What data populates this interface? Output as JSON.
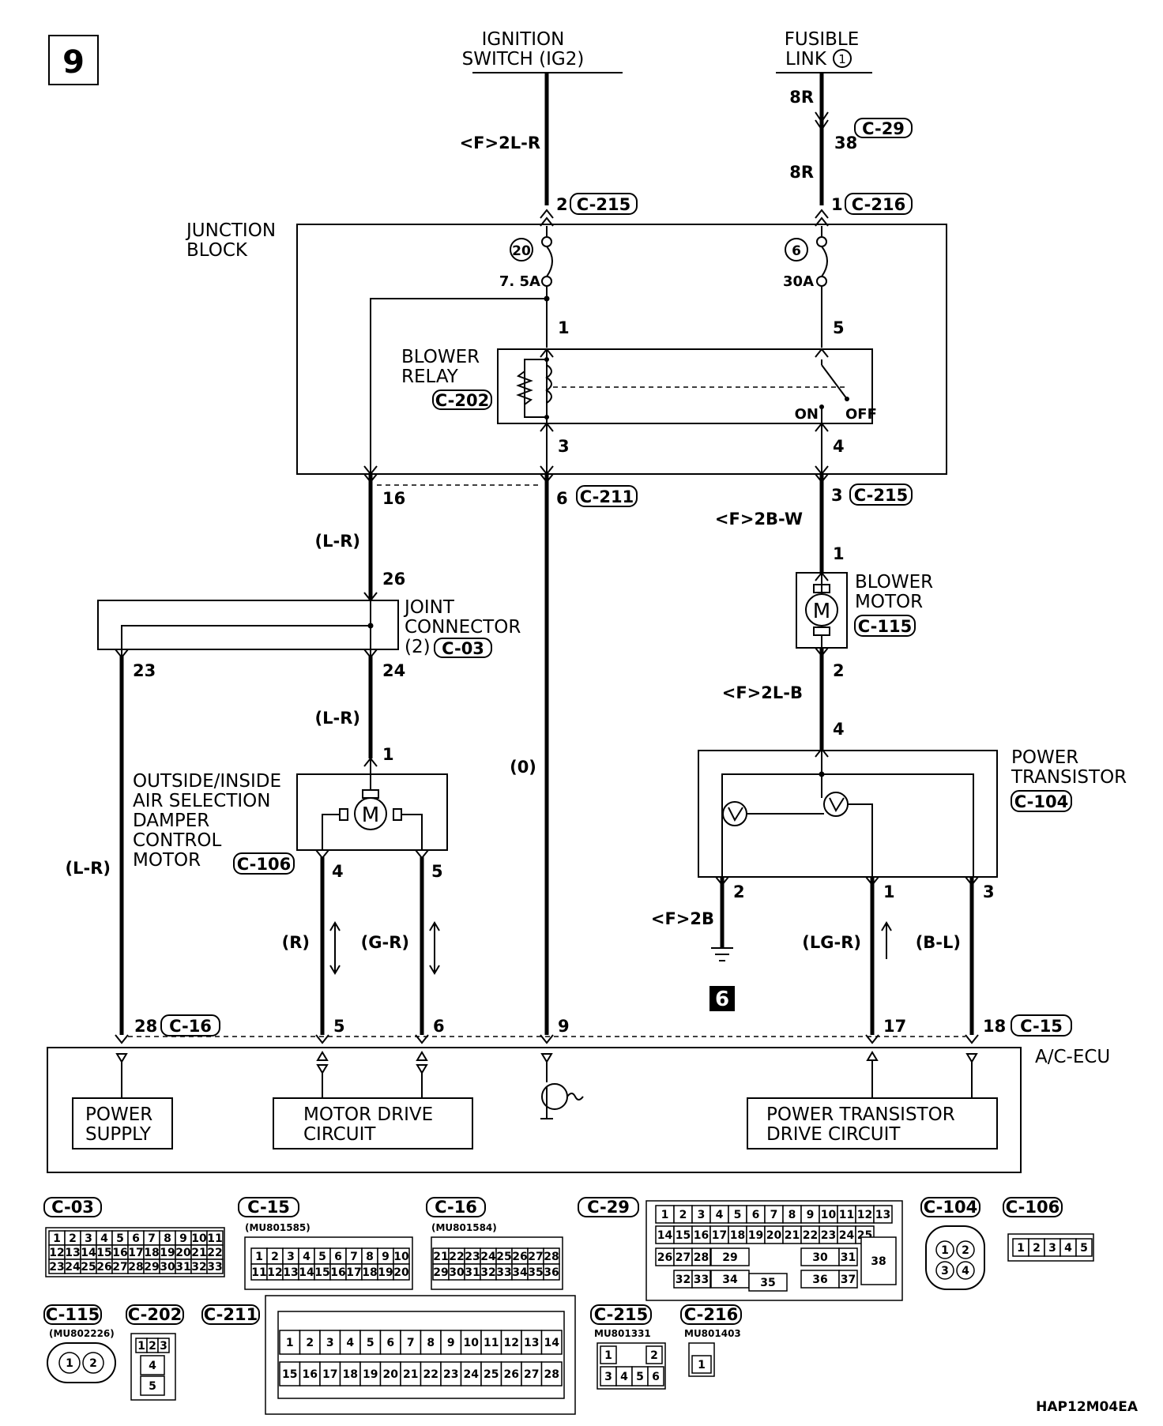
{
  "diagram_number": "9",
  "sources": {
    "ignition": [
      "IGNITION",
      "SWITCH (IG2)"
    ],
    "fusible": [
      "FUSIBLE",
      "LINK"
    ],
    "fusible_num": "1"
  },
  "junction_block": {
    "label": [
      "JUNCTION",
      "BLOCK"
    ],
    "fuse_left_num": "20",
    "fuse_left_rating": "7. 5A",
    "fuse_right_num": "6",
    "fuse_right_rating": "30A"
  },
  "blower_relay": {
    "label": [
      "BLOWER",
      "RELAY"
    ],
    "conn": "C-202",
    "on": "ON",
    "off": "OFF"
  },
  "blower_motor": {
    "label": [
      "BLOWER",
      "MOTOR"
    ],
    "conn": "C-115"
  },
  "joint_connector": {
    "label": [
      "JOINT",
      "CONNECTOR"
    ],
    "sub": "(2)",
    "conn": "C-03"
  },
  "damper_motor": {
    "label": [
      "OUTSIDE/INSIDE",
      "AIR SELECTION",
      "DAMPER",
      "CONTROL",
      "MOTOR"
    ],
    "conn": "C-106"
  },
  "power_transistor": {
    "label": [
      "POWER",
      "TRANSISTOR"
    ],
    "conn": "C-104"
  },
  "ecu": {
    "label": "A/C-ECU",
    "power_supply": [
      "POWER",
      "SUPPLY"
    ],
    "motor_drive": [
      "MOTOR DRIVE",
      "CIRCUIT"
    ],
    "pt_drive": [
      "POWER TRANSISTOR",
      "DRIVE CIRCUIT"
    ]
  },
  "wires": {
    "ign": "<F>2L-R",
    "fus_a": "8R",
    "fus_b": "8R",
    "motor_top": "<F>2B-W",
    "motor_bot": "<F>2L-B",
    "lr_a": "(L-R)",
    "lr_b": "(L-R)",
    "lr_c": "(L-R)",
    "zero": "(0)",
    "r": "(R)",
    "gr": "(G-R)",
    "f2b": "<F>2B",
    "lgr": "(LG-R)",
    "bl": "(B-L)"
  },
  "pins": {
    "c29_38": "38",
    "p2": "2",
    "c215": "C-215",
    "p1": "1",
    "c216": "C-216",
    "c29": "C-29",
    "relay_1": "1",
    "relay_5": "5",
    "relay_3": "3",
    "relay_4": "4",
    "p16": "16",
    "p6": "6",
    "c211": "C-211",
    "p3": "3",
    "c215b": "C-215",
    "p26": "26",
    "bm1": "1",
    "p23": "23",
    "p24": "24",
    "bm2": "2",
    "pt4": "4",
    "dm1": "1",
    "dm4": "4",
    "dm5": "5",
    "pt2": "2",
    "pt1": "1",
    "pt3": "3",
    "e28": "28",
    "c16": "C-16",
    "e5": "5",
    "e6": "6",
    "e9": "9",
    "e17": "17",
    "e18": "18",
    "c15": "C-15"
  },
  "ground_num": "6",
  "connectors": {
    "c03": {
      "name": "C-03",
      "rows": [
        [
          "1",
          "2",
          "3",
          "4",
          "5",
          "6",
          "7",
          "8",
          "9",
          "10",
          "11"
        ],
        [
          "12",
          "13",
          "14",
          "15",
          "16",
          "17",
          "18",
          "19",
          "20",
          "21",
          "22"
        ],
        [
          "23",
          "24",
          "25",
          "26",
          "27",
          "28",
          "29",
          "30",
          "31",
          "32",
          "33"
        ]
      ]
    },
    "c15": {
      "name": "C-15",
      "part": "(MU801585)",
      "rows": [
        [
          "1",
          "2",
          "3",
          "4",
          "5",
          "6",
          "7",
          "8",
          "9",
          "10"
        ],
        [
          "11",
          "12",
          "13",
          "14",
          "15",
          "16",
          "17",
          "18",
          "19",
          "20"
        ]
      ]
    },
    "c16": {
      "name": "C-16",
      "part": "(MU801584)",
      "rows": [
        [
          "21",
          "22",
          "23",
          "24",
          "25",
          "26",
          "27",
          "28"
        ],
        [
          "29",
          "30",
          "31",
          "32",
          "33",
          "34",
          "35",
          "36"
        ]
      ]
    },
    "c29": {
      "name": "C-29",
      "row1": [
        "1",
        "2",
        "3",
        "4",
        "5",
        "6",
        "7",
        "8",
        "9",
        "10",
        "11",
        "12",
        "13"
      ],
      "row2": [
        "14",
        "15",
        "16",
        "17",
        "18",
        "19",
        "20",
        "21",
        "22",
        "23",
        "24",
        "25"
      ],
      "row3": [
        "26",
        "27",
        "28",
        "29",
        "30",
        "31"
      ],
      "row4": [
        "32",
        "33",
        "34",
        "35",
        "36",
        "37"
      ],
      "big": "38"
    },
    "c104": {
      "name": "C-104",
      "pins": [
        "1",
        "2",
        "3",
        "4"
      ]
    },
    "c106": {
      "name": "C-106",
      "pins": [
        "1",
        "2",
        "3",
        "4",
        "5"
      ]
    },
    "c115": {
      "name": "C-115",
      "part": "(MU802226)",
      "pins": [
        "1",
        "2"
      ]
    },
    "c202": {
      "name": "C-202",
      "pins": [
        "1",
        "2",
        "3",
        "4",
        "5"
      ]
    },
    "c211": {
      "name": "C-211",
      "row1": [
        "1",
        "2",
        "3",
        "4",
        "5",
        "6",
        "7",
        "8",
        "9",
        "10",
        "11",
        "12",
        "13",
        "14"
      ],
      "row2": [
        "15",
        "16",
        "17",
        "18",
        "19",
        "20",
        "21",
        "22",
        "23",
        "24",
        "25",
        "26",
        "27",
        "28"
      ]
    },
    "c215": {
      "name": "C-215",
      "part": "MU801331",
      "pins": [
        "1",
        "2",
        "3",
        "4",
        "5",
        "6"
      ]
    },
    "c216": {
      "name": "C-216",
      "part": "MU801403",
      "pins": [
        "1"
      ]
    }
  },
  "footer_code": "HAP12M04EA"
}
